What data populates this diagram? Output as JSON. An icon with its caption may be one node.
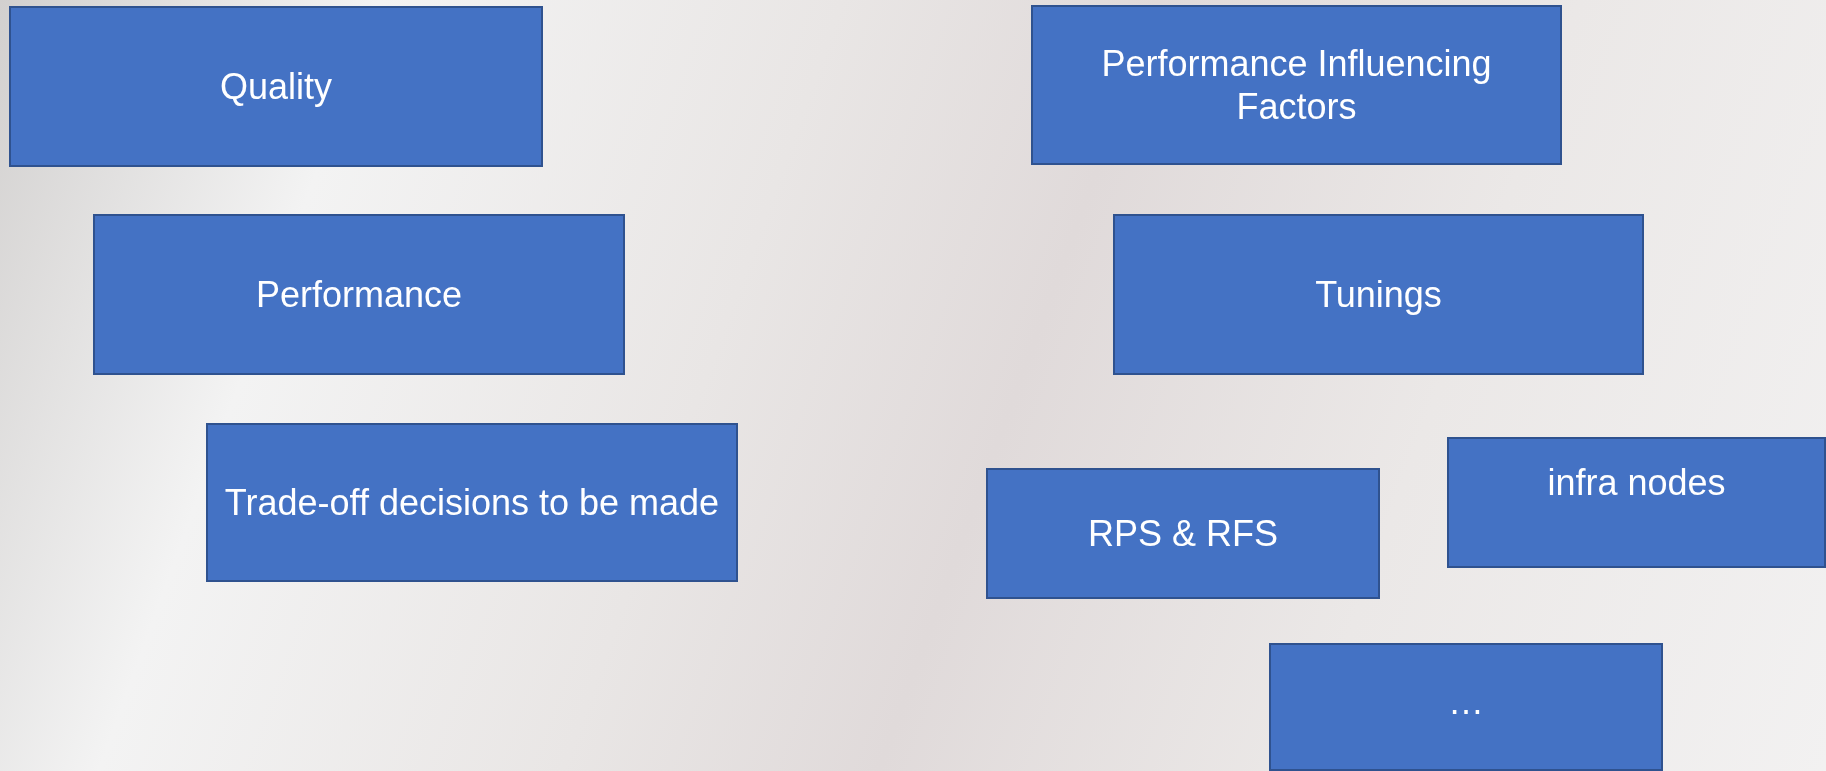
{
  "diagram": {
    "nodes": [
      {
        "text": [
          "Quality"
        ]
      },
      {
        "text": [
          "Performance"
        ]
      },
      {
        "text": [
          "Trade-off decisions to be made"
        ]
      },
      {
        "text": [
          "Performance Influencing Factors"
        ]
      },
      {
        "text": [
          "Tunings"
        ]
      },
      {
        "text": [
          "RPS & RFS"
        ]
      },
      {
        "text": [
          "infra nodes"
        ]
      },
      {
        "text": [
          "…"
        ]
      }
    ]
  }
}
